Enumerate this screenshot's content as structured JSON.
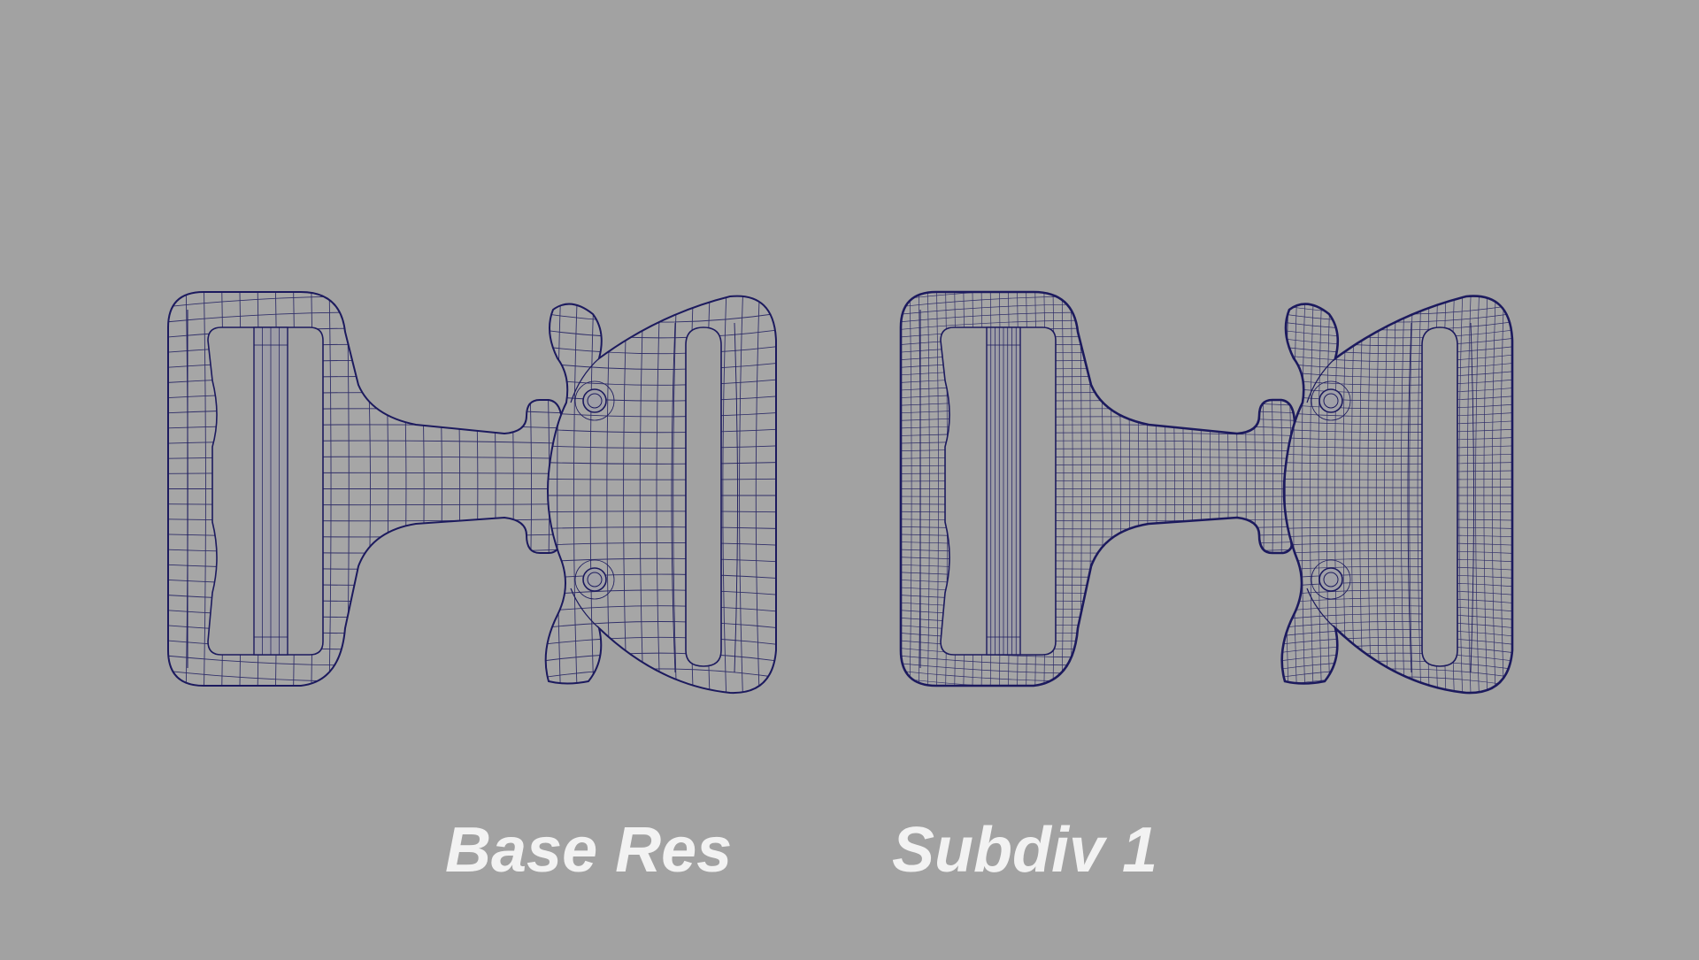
{
  "captions": {
    "base": "Base Res",
    "subdiv": "Subdiv 1"
  },
  "colors": {
    "background": "#a2a2a2",
    "mesh_fill": "#a6a6a6",
    "wire": "#1c1a5e",
    "caption": "#f2f2f2"
  },
  "models": [
    {
      "label": "base",
      "density": 1
    },
    {
      "label": "subdiv",
      "density": 2
    }
  ]
}
